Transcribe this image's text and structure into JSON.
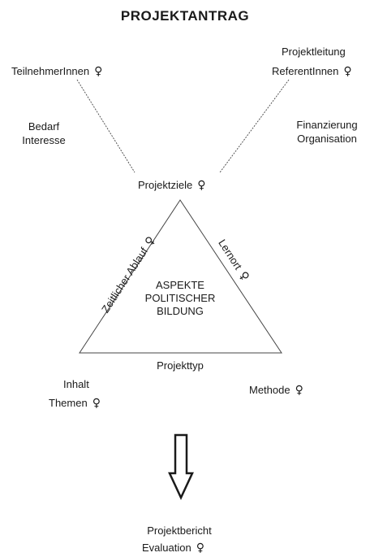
{
  "title": "PROJEKTANTRAG",
  "venus_symbol": "♀",
  "nodes": {
    "participants": "TeilnehmerInnen",
    "leadership": "Projektleitung",
    "speakers": "ReferentInnen",
    "need": "Bedarf",
    "interest": "Interesse",
    "financing": "Finanzierung",
    "organisation": "Organisation",
    "goals": "Projektziele",
    "schedule": "Zeitlicher Ablauf",
    "venue": "Lernort",
    "center_line1": "ASPEKTE",
    "center_line2": "POLITISCHER",
    "center_line3": "BILDUNG",
    "project_type": "Projekttyp",
    "content": "Inhalt",
    "topics": "Themen",
    "method": "Methode",
    "report": "Projektbericht",
    "evaluation": "Evaluation"
  },
  "colors": {
    "ink": "#1a1a1a",
    "line": "#444444"
  }
}
